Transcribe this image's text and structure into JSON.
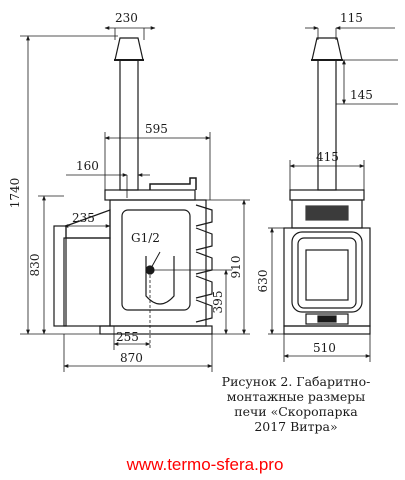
{
  "dimensions": {
    "chimney_width": "230",
    "overall_height": "1740",
    "depth_to_chimney": "595",
    "offset_160": "160",
    "offset_235": "235",
    "body_height": "830",
    "connection_label": "G1/2",
    "height_910": "910",
    "height_395": "395",
    "offset_255": "255",
    "total_depth": "870",
    "chimney_width_front": "115",
    "chimney_height_145": "145",
    "top_width": "415",
    "door_height": "630",
    "base_width": "510"
  },
  "caption": {
    "line1": "Рисунок 2. Габаритно-",
    "line2": "монтажные размеры",
    "line3": "печи «Скоропарка",
    "line4": "2017 Витра»"
  },
  "website": "www.termo-sfera.pro",
  "colors": {
    "line": "#1a1a1a",
    "website": "#ff0000"
  }
}
